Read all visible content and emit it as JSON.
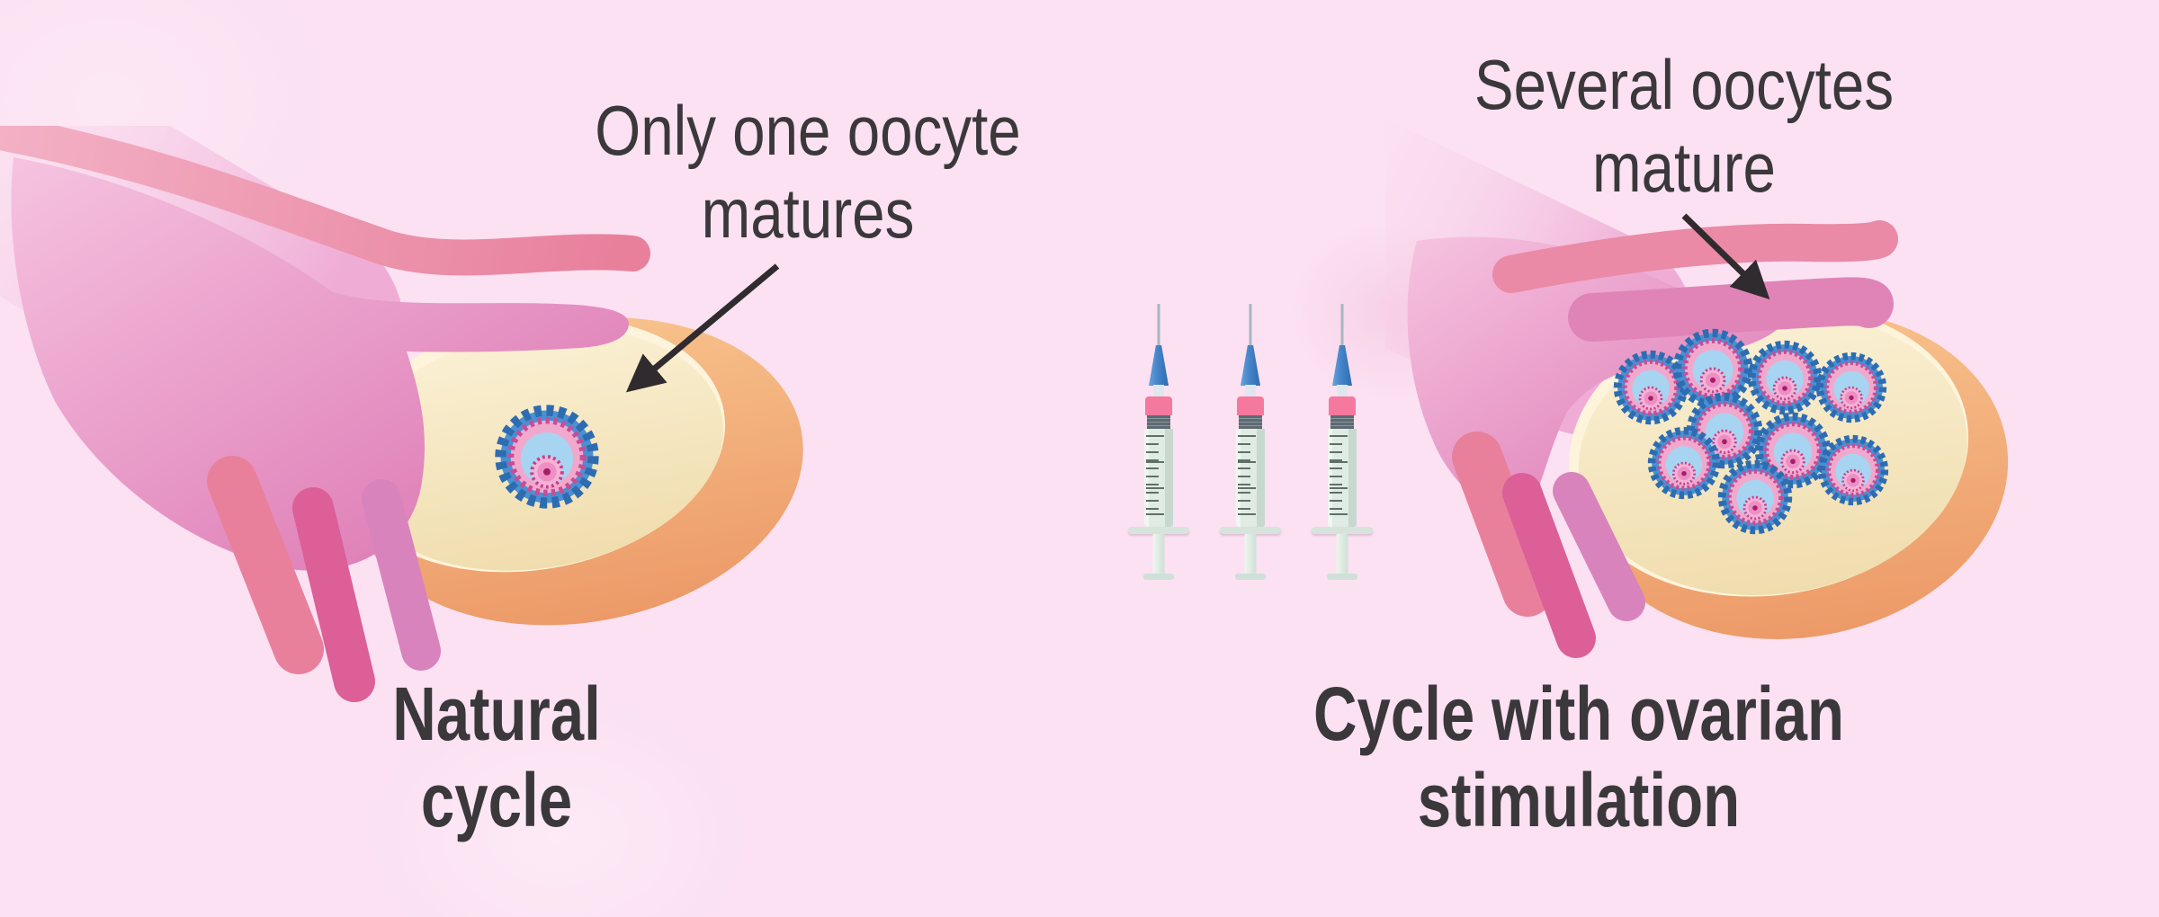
{
  "panels": {
    "left": {
      "annotation": {
        "line1": "Only one oocyte",
        "line2": "matures"
      },
      "caption": {
        "line1": "Natural",
        "line2": "cycle"
      },
      "oocyte_count": 1
    },
    "right": {
      "annotation": {
        "line1": "Several oocytes",
        "line2": "mature"
      },
      "caption": {
        "line1": "Cycle with ovarian",
        "line2": "stimulation"
      },
      "oocyte_count": 9
    }
  },
  "center": {
    "syringe_count": 3
  },
  "colors": {
    "background": "#fbe1f2",
    "text": "#3b383c",
    "arrow": "#2f2b2e",
    "hand_light": "#f6c3e0",
    "hand_mid": "#db74b1",
    "hand_rose": "#ea8aa6",
    "finger_dark": "#dc5f97",
    "finger_medium": "#d983bd",
    "finger_rose": "#e8809c",
    "ovary_outer": "#f0a475",
    "ovary_cream": "#f6e9c6",
    "ovary_rim": "#fdf4db",
    "follicle_blue": "#4a90d2",
    "follicle_blue_dark": "#2e6cb2",
    "follicle_antrum": "#a7d4f1",
    "follicle_pink": "#f0a9cd",
    "follicle_pink_dot": "#c84c96",
    "egg": "#f4b3d6",
    "egg_dot": "#c43f8e",
    "egg_core": "#ee8ec4",
    "nucleus": "#a41f66",
    "syringe_needle": "#a9b6c0",
    "syringe_hub": "#4584c8",
    "syringe_stopper": "#f5799f",
    "syringe_ribs": "#5d6a72",
    "syringe_barrel": "#e0ebe4",
    "syringe_ticks": "#5f7069",
    "syringe_plunger": "#d6e4dc"
  }
}
